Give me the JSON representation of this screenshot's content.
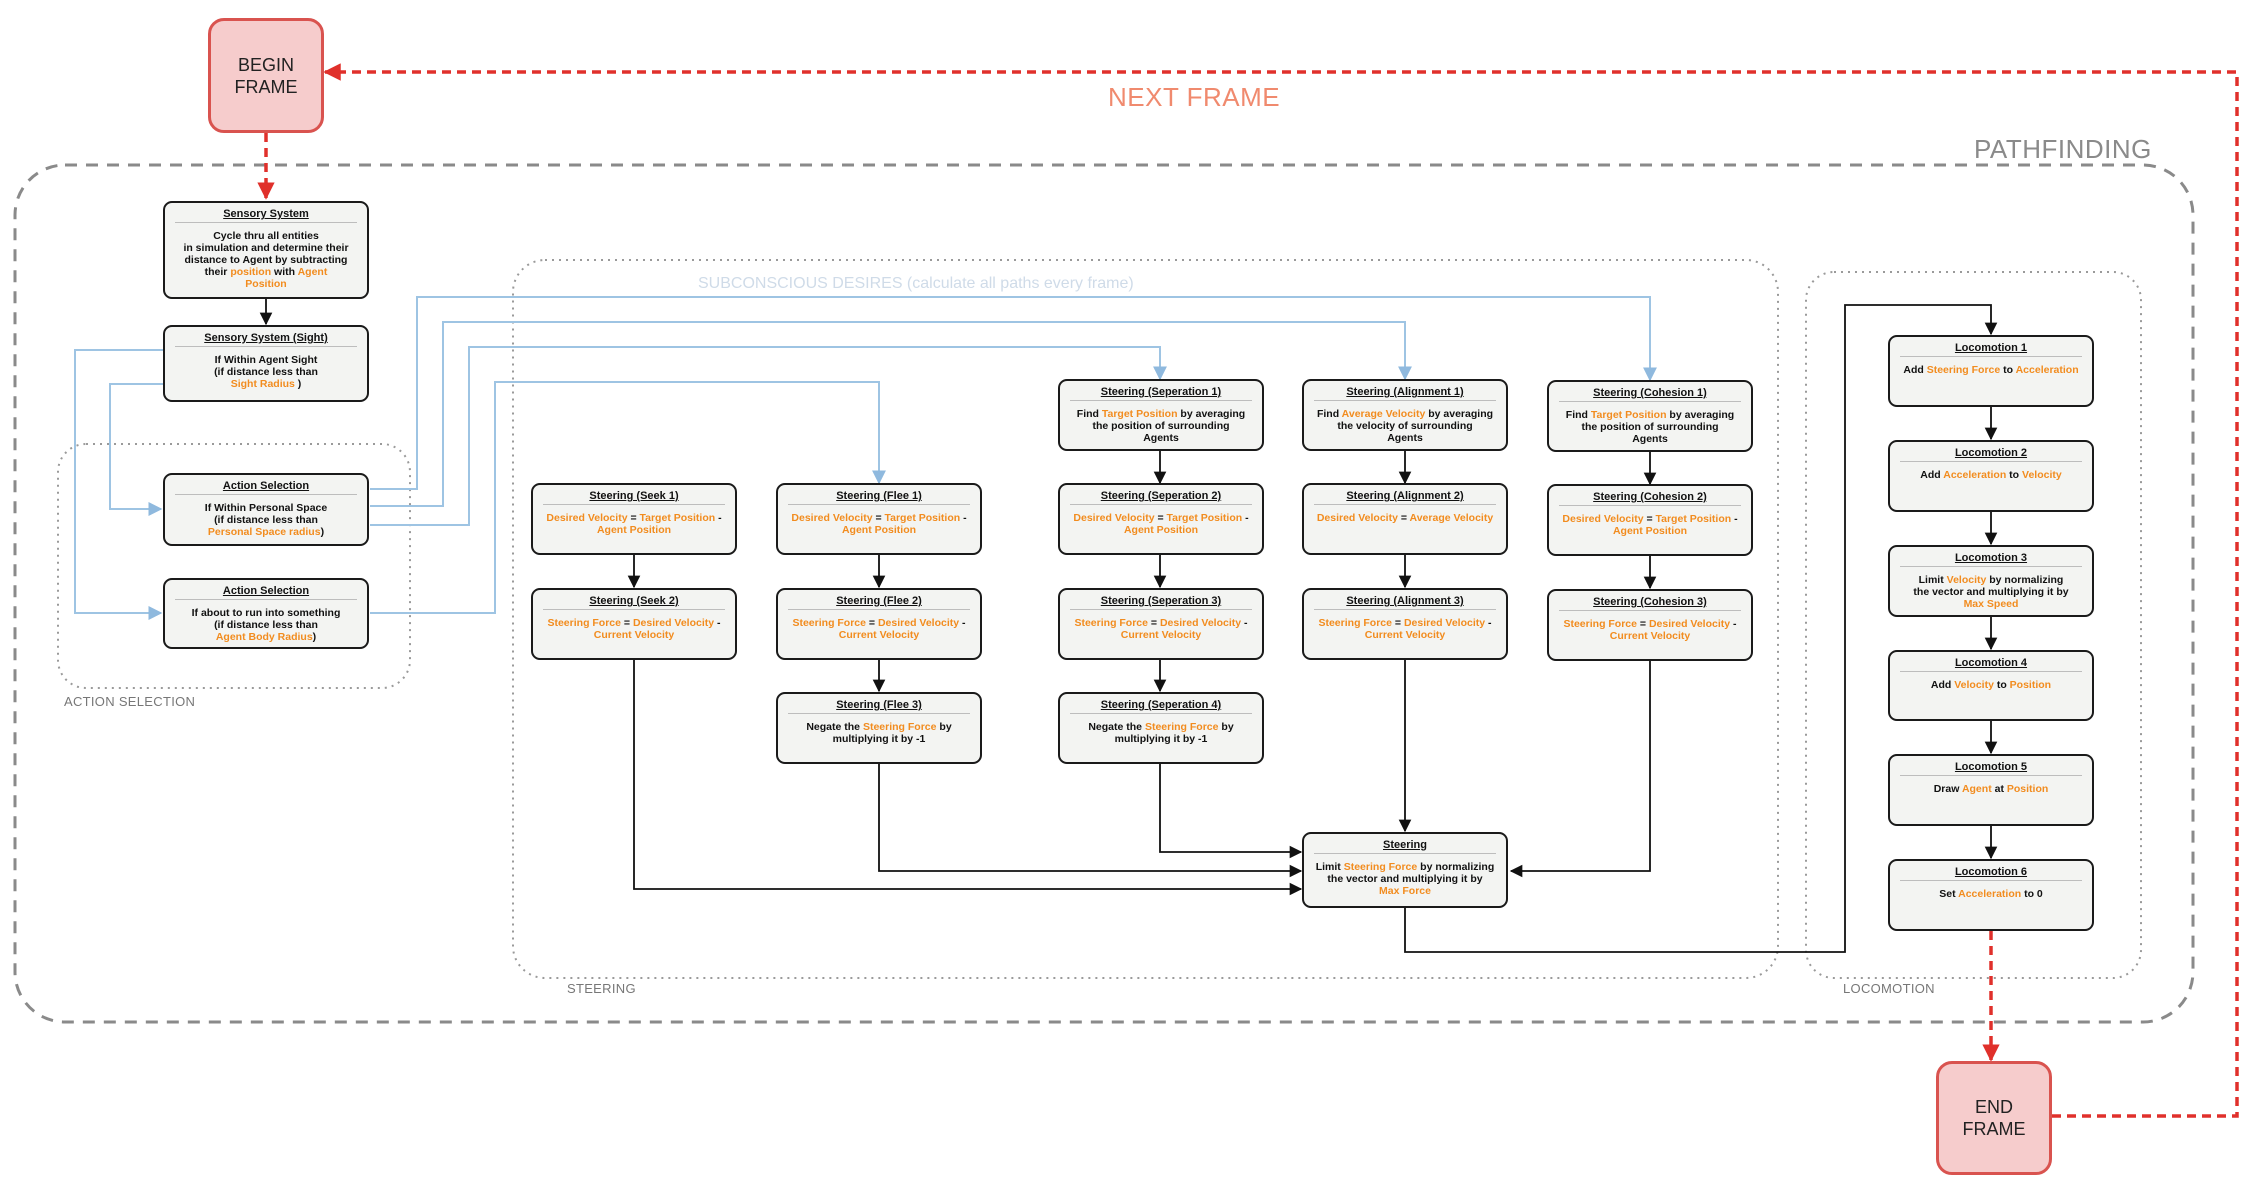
{
  "title_next_frame": "NEXT FRAME",
  "begin": "BEGIN\nFRAME",
  "end": "END\nFRAME",
  "regions": {
    "pathfinding": "PATHFINDING",
    "subconscious": "SUBCONSCIOUS DESIRES (calculate all paths every frame)",
    "action_selection": "ACTION SELECTION",
    "steering": "STEERING",
    "locomotion": "LOCOMOTION"
  },
  "colors": {
    "accent_orange": "#f28c1f",
    "terminal_red": "#d9534f",
    "terminal_fill": "#f6cccc",
    "blue_link": "#9ec4e3",
    "label_salmon": "#f08a6e"
  },
  "nodes": [
    {
      "key": "sensory",
      "title": "Sensory System",
      "body": [
        [
          "Cycle thru all entities",
          0
        ],
        [
          "\n",
          0
        ],
        [
          "in simulation and determine their",
          0
        ],
        [
          "\n",
          0
        ],
        [
          "distance to Agent by subtracting",
          0
        ],
        [
          "\n",
          0
        ],
        [
          "their ",
          0
        ],
        [
          "position",
          1
        ],
        [
          " with ",
          0
        ],
        [
          "Agent",
          1
        ],
        [
          "\n",
          0
        ],
        [
          "Position",
          1
        ]
      ]
    },
    {
      "key": "sight",
      "title": "Sensory System (Sight)",
      "body": [
        [
          "If Within Agent Sight",
          0
        ],
        [
          "\n",
          0
        ],
        [
          "(if distance less than",
          0
        ],
        [
          "\n",
          0
        ],
        [
          "Sight Radius",
          1
        ],
        [
          " )",
          0
        ]
      ]
    },
    {
      "key": "act1",
      "title": "Action Selection",
      "body": [
        [
          "If Within Personal Space",
          0
        ],
        [
          "\n",
          0
        ],
        [
          "(if distance less than",
          0
        ],
        [
          "\n",
          0
        ],
        [
          "Personal Space radius",
          1
        ],
        [
          ")",
          0
        ]
      ]
    },
    {
      "key": "act2",
      "title": "Action Selection",
      "body": [
        [
          "If about to run into something",
          0
        ],
        [
          "\n",
          0
        ],
        [
          "(if distance less than",
          0
        ],
        [
          "\n",
          0
        ],
        [
          "Agent Body Radius",
          1
        ],
        [
          ")",
          0
        ]
      ]
    },
    {
      "key": "seek1",
      "title": "Steering (Seek 1)",
      "body": [
        [
          "Desired Velocity",
          1
        ],
        [
          " = ",
          0
        ],
        [
          "Target Position",
          1
        ],
        [
          " -",
          0
        ],
        [
          "\n",
          0
        ],
        [
          "Agent Position",
          1
        ]
      ]
    },
    {
      "key": "seek2",
      "title": "Steering (Seek 2)",
      "body": [
        [
          "Steering Force",
          1
        ],
        [
          " = ",
          0
        ],
        [
          "Desired Velocity",
          1
        ],
        [
          " -",
          0
        ],
        [
          "\n",
          0
        ],
        [
          "Current Velocity",
          1
        ]
      ]
    },
    {
      "key": "flee1",
      "title": "Steering (Flee 1)",
      "body": [
        [
          "Desired Velocity",
          1
        ],
        [
          " = ",
          0
        ],
        [
          "Target Position",
          1
        ],
        [
          " -",
          0
        ],
        [
          "\n",
          0
        ],
        [
          "Agent Position",
          1
        ]
      ]
    },
    {
      "key": "flee2",
      "title": "Steering (Flee 2)",
      "body": [
        [
          "Steering Force",
          1
        ],
        [
          " = ",
          0
        ],
        [
          "Desired Velocity",
          1
        ],
        [
          " -",
          0
        ],
        [
          "\n",
          0
        ],
        [
          "Current Velocity",
          1
        ]
      ]
    },
    {
      "key": "flee3",
      "title": "Steering (Flee 3)",
      "body": [
        [
          "Negate the ",
          0
        ],
        [
          "Steering Force",
          1
        ],
        [
          " by",
          0
        ],
        [
          "\n",
          0
        ],
        [
          "multiplying it by -1",
          0
        ]
      ]
    },
    {
      "key": "sep1",
      "title": "Steering (Seperation 1)",
      "body": [
        [
          "Find ",
          0
        ],
        [
          "Target Position",
          1
        ],
        [
          " by averaging",
          0
        ],
        [
          "\n",
          0
        ],
        [
          "the position of surrounding",
          0
        ],
        [
          "\n",
          0
        ],
        [
          "Agents",
          0
        ]
      ]
    },
    {
      "key": "sep2",
      "title": "Steering (Seperation 2)",
      "body": [
        [
          "Desired Velocity",
          1
        ],
        [
          " = ",
          0
        ],
        [
          "Target Position",
          1
        ],
        [
          " -",
          0
        ],
        [
          "\n",
          0
        ],
        [
          "Agent Position",
          1
        ]
      ]
    },
    {
      "key": "sep3",
      "title": "Steering (Seperation 3)",
      "body": [
        [
          "Steering Force",
          1
        ],
        [
          " = ",
          0
        ],
        [
          "Desired Velocity",
          1
        ],
        [
          " -",
          0
        ],
        [
          "\n",
          0
        ],
        [
          "Current Velocity",
          1
        ]
      ]
    },
    {
      "key": "sep4",
      "title": "Steering (Seperation 4)",
      "body": [
        [
          "Negate the ",
          0
        ],
        [
          "Steering Force",
          1
        ],
        [
          " by",
          0
        ],
        [
          "\n",
          0
        ],
        [
          "multiplying it by -1",
          0
        ]
      ]
    },
    {
      "key": "ali1",
      "title": "Steering (Alignment 1)",
      "body": [
        [
          "Find ",
          0
        ],
        [
          "Average Velocity",
          1
        ],
        [
          " by averaging",
          0
        ],
        [
          "\n",
          0
        ],
        [
          "the velocity of surrounding",
          0
        ],
        [
          "\n",
          0
        ],
        [
          "Agents",
          0
        ]
      ]
    },
    {
      "key": "ali2",
      "title": "Steering (Alignment 2)",
      "body": [
        [
          "Desired Velocity",
          1
        ],
        [
          " = ",
          0
        ],
        [
          "Average Velocity",
          1
        ]
      ]
    },
    {
      "key": "ali3",
      "title": "Steering (Alignment 3)",
      "body": [
        [
          "Steering Force",
          1
        ],
        [
          " = ",
          0
        ],
        [
          "Desired Velocity",
          1
        ],
        [
          " -",
          0
        ],
        [
          "\n",
          0
        ],
        [
          "Current Velocity",
          1
        ]
      ]
    },
    {
      "key": "coh1",
      "title": "Steering (Cohesion 1)",
      "body": [
        [
          "Find ",
          0
        ],
        [
          "Target Position",
          1
        ],
        [
          " by averaging",
          0
        ],
        [
          "\n",
          0
        ],
        [
          "the position of surrounding",
          0
        ],
        [
          "\n",
          0
        ],
        [
          "Agents",
          0
        ]
      ]
    },
    {
      "key": "coh2",
      "title": "Steering (Cohesion 2)",
      "body": [
        [
          "Desired Velocity",
          1
        ],
        [
          " = ",
          0
        ],
        [
          "Target Position",
          1
        ],
        [
          " -",
          0
        ],
        [
          "\n",
          0
        ],
        [
          "Agent Position",
          1
        ]
      ]
    },
    {
      "key": "coh3",
      "title": "Steering (Cohesion 3)",
      "body": [
        [
          "Steering Force",
          1
        ],
        [
          " = ",
          0
        ],
        [
          "Desired Velocity",
          1
        ],
        [
          " -",
          0
        ],
        [
          "\n",
          0
        ],
        [
          "Current Velocity",
          1
        ]
      ]
    },
    {
      "key": "steer",
      "title": "Steering",
      "body": [
        [
          "Limit ",
          0
        ],
        [
          "Steering Force",
          1
        ],
        [
          " by normalizing",
          0
        ],
        [
          "\n",
          0
        ],
        [
          "the vector and multiplying it by",
          0
        ],
        [
          "\n",
          0
        ],
        [
          "Max Force",
          1
        ]
      ]
    },
    {
      "key": "loc1",
      "title": "Locomotion 1",
      "body": [
        [
          "Add ",
          0
        ],
        [
          "Steering Force",
          1
        ],
        [
          " to ",
          0
        ],
        [
          "Acceleration",
          1
        ]
      ]
    },
    {
      "key": "loc2",
      "title": "Locomotion 2",
      "body": [
        [
          "Add ",
          0
        ],
        [
          "Acceleration",
          1
        ],
        [
          " to ",
          0
        ],
        [
          "Velocity",
          1
        ]
      ]
    },
    {
      "key": "loc3",
      "title": "Locomotion 3",
      "body": [
        [
          "Limit ",
          0
        ],
        [
          "Velocity",
          1
        ],
        [
          " by normalizing",
          0
        ],
        [
          "\n",
          0
        ],
        [
          "the vector and multiplying it by",
          0
        ],
        [
          "\n",
          0
        ],
        [
          "Max Speed",
          1
        ]
      ]
    },
    {
      "key": "loc4",
      "title": "Locomotion 4",
      "body": [
        [
          "Add ",
          0
        ],
        [
          "Velocity",
          1
        ],
        [
          " to ",
          0
        ],
        [
          "Position",
          1
        ]
      ]
    },
    {
      "key": "loc5",
      "title": "Locomotion 5",
      "body": [
        [
          "Draw ",
          0
        ],
        [
          "Agent",
          1
        ],
        [
          " at ",
          0
        ],
        [
          "Position",
          1
        ]
      ]
    },
    {
      "key": "loc6",
      "title": "Locomotion 6",
      "body": [
        [
          "Set ",
          0
        ],
        [
          "Acceleration",
          1
        ],
        [
          " to 0",
          0
        ]
      ]
    }
  ]
}
